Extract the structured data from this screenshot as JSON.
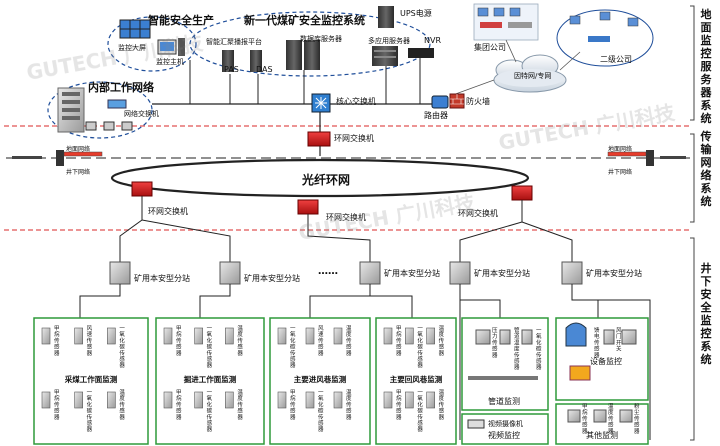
{
  "sections": {
    "surface": "地面监控服务器系统",
    "transport": "传输网络系统",
    "underground": "井下安全监控系统"
  },
  "top": {
    "smart_title": "智能安全生产",
    "monitor_system_title": "新一代煤矿安全监控系统",
    "ups": "UPS电源",
    "monitor_wall": "监控大屏",
    "monitor_host": "监控主机",
    "fusion_platform": "智能汇聚播报平台",
    "db_server": "数据库服务器",
    "app_server": "多应用服务器",
    "nvr": "NVR",
    "pas": "PAS",
    "das": "DAS",
    "group_company": "集团公司",
    "secondary_company": "二级公司",
    "internet": "因特网/专网",
    "internal_network": "内部工作网络",
    "network_switch": "网络交换机",
    "core_switch": "核心交换机",
    "router": "路由器",
    "firewall": "防火墙"
  },
  "transport": {
    "ring_switch_top": "环网交换机",
    "fiber_ring": "光纤环网",
    "ring_switch_left": "环网交换机",
    "ring_switch_mid": "环网交换机",
    "ring_switch_right": "环网交换机",
    "surface_network_left": "地面网络",
    "underground_network_left": "井下网络",
    "surface_network_right": "地面网络",
    "underground_network_right": "井下网络"
  },
  "substations": {
    "label": "矿用本安型分站",
    "ellipsis": "……"
  },
  "groups": [
    {
      "title": "采煤工作面监测",
      "sensors_top": [
        "甲烷传感器",
        "风速传感器",
        "一氧化碳传感器"
      ],
      "sensors_bottom": [
        "甲烷传感器",
        "一氧化碳传感器",
        "温度传感器"
      ]
    },
    {
      "title": "掘进工作面监测",
      "sensors_top": [
        "甲烷传感器",
        "一氧化碳传感器",
        "温度传感器"
      ],
      "sensors_bottom": [
        "甲烷传感器",
        "一氧化碳传感器",
        "温度传感器"
      ]
    },
    {
      "title": "主要进风巷监测",
      "sensors_top": [
        "一氧化碳传感器",
        "风速传感器",
        "温度传感器"
      ],
      "sensors_bottom": [
        "甲烷传感器",
        "一氧化碳传感器",
        "温度传感器"
      ]
    },
    {
      "title": "主要回风巷监测",
      "sensors_top": [
        "甲烷传感器",
        "一氧化碳传感器",
        "温度传感器"
      ],
      "sensors_bottom": [
        "甲烷传感器",
        "一氧化碳传感器",
        "温度传感器"
      ]
    }
  ],
  "special_groups": {
    "pipeline": {
      "title": "管道监测",
      "sensors": [
        "压力传感器",
        "管道温度传感器",
        "一氧化碳传感器"
      ]
    },
    "video": {
      "title": "视频监控",
      "device": "视频摄像机"
    },
    "equipment": {
      "title": "设备监控",
      "sensors": [
        "馈电传感器",
        "风门开关"
      ]
    },
    "other": {
      "title": "其他监测",
      "sensors": [
        "甲烷传感器",
        "温度传感器",
        "粉尘传感器"
      ]
    }
  },
  "watermark": "GUTECH 广川科技",
  "colors": {
    "red": "#d7191f",
    "green": "#2e9a3a",
    "dashed_red": "#e05555",
    "dark": "#222222"
  }
}
